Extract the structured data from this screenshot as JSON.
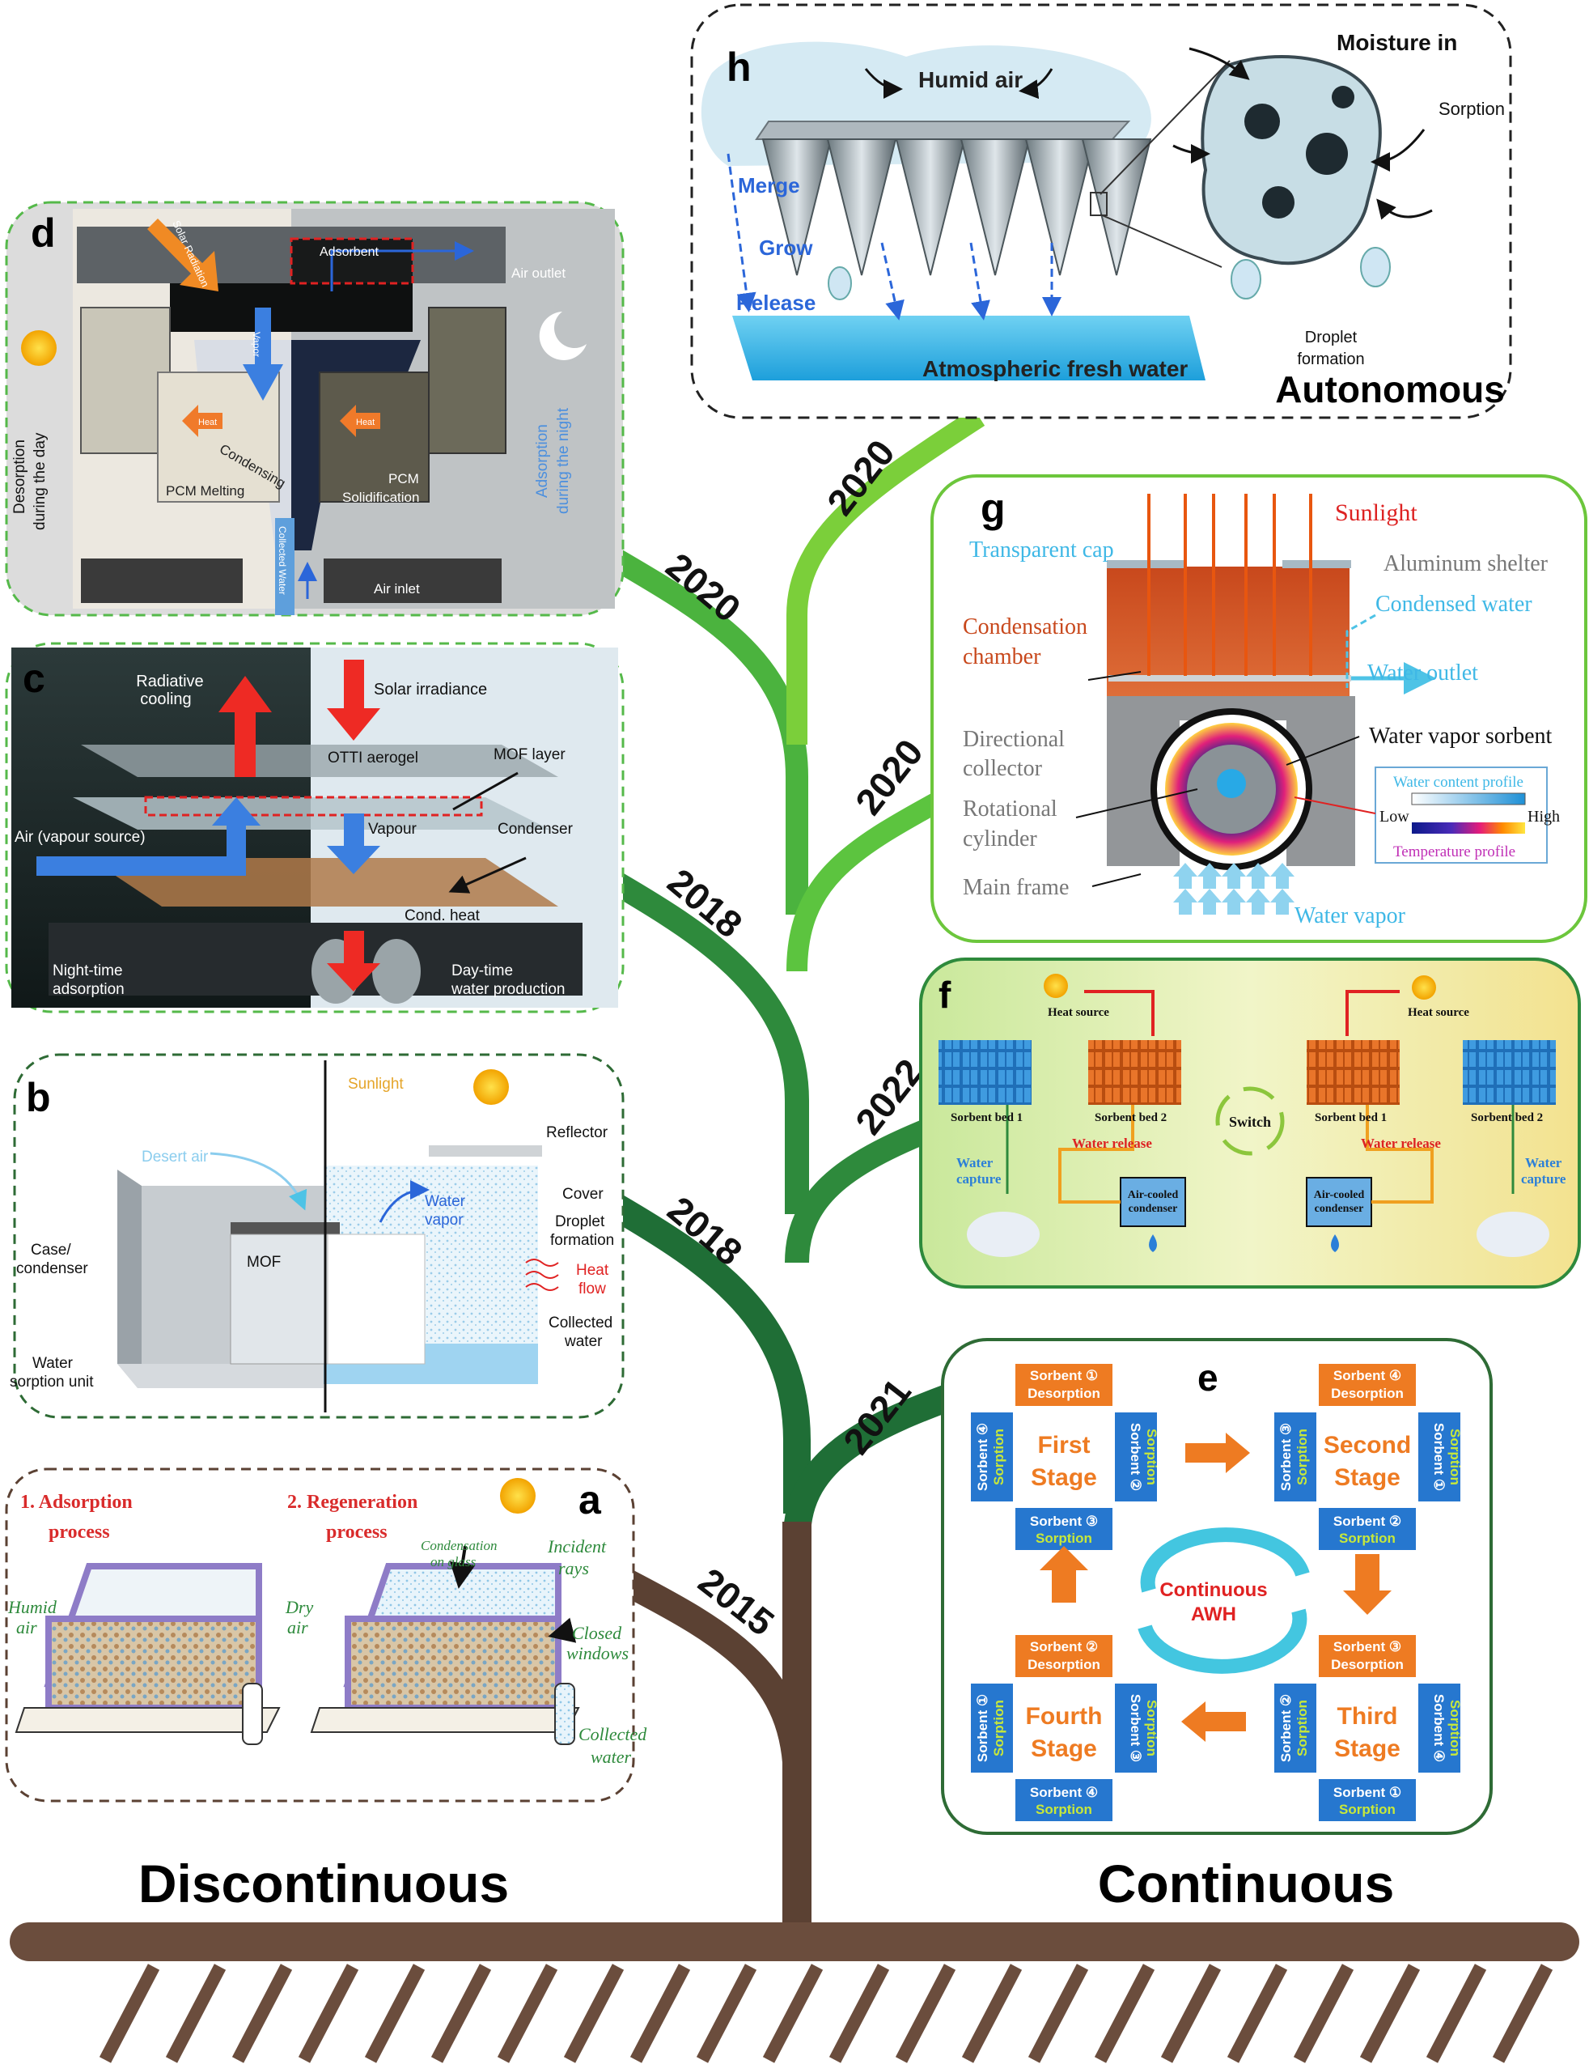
{
  "sections": {
    "discontinuous": "Discontinuous",
    "continuous": "Continuous",
    "autonomous": "Autonomous"
  },
  "years": {
    "a": "2015",
    "b": "2018",
    "c": "2018",
    "d": "2020",
    "e": "2021",
    "f": "2022",
    "g": "2020",
    "h": "2020"
  },
  "panel_a": {
    "letter": "a",
    "step1": "1. Adsorption",
    "step1b": "process",
    "step2": "2. Regeneration",
    "step2b": "process",
    "humid1": "Humid",
    "humid2": "air",
    "dry1": "Dry",
    "dry2": "air",
    "cond1": "Condensation",
    "cond2": "on glass",
    "inc1": "Incident",
    "inc2": "rays",
    "closed1": "Closed",
    "closed2": "windows",
    "collected1": "Collected",
    "collected2": "water"
  },
  "panel_b": {
    "letter": "b",
    "sunlight": "Sunlight",
    "reflector": "Reflector",
    "cover": "Cover",
    "desert_air": "Desert air",
    "water_vapor1": "Water",
    "water_vapor2": "vapor",
    "droplet1": "Droplet",
    "droplet2": "formation",
    "heat1": "Heat",
    "heat2": "flow",
    "case1": "Case/",
    "case2": "condenser",
    "mof": "MOF",
    "collected1": "Collected",
    "collected2": "water",
    "sorption1": "Water",
    "sorption2": "sorption unit"
  },
  "panel_c": {
    "letter": "c",
    "radiative1": "Radiative",
    "radiative2": "cooling",
    "solar": "Solar irradiance",
    "otti": "OTTI aerogel",
    "mof_layer": "MOF layer",
    "air_vapour": "Air (vapour source)",
    "vapour": "Vapour",
    "condenser": "Condenser",
    "cond_heat": "Cond. heat",
    "night1": "Night-time",
    "night2": "adsorption",
    "day1": "Day-time",
    "day2": "water production"
  },
  "panel_d": {
    "letter": "d",
    "solar_radiation": "Solar Radiation",
    "adsorbent": "Adsorbent",
    "air_outlet": "Air outlet",
    "vapor": "Vapor",
    "heat": "Heat",
    "condensing": "Condensing",
    "pcm_melting": "PCM Melting",
    "pcm": "PCM",
    "solidification": "Solidification",
    "collected_water": "Collected Water",
    "air_inlet": "Air inlet",
    "desorption1": "Desorption",
    "desorption2": "during the day",
    "adsorption1": "Adsorption",
    "adsorption2": "during the night"
  },
  "panel_e": {
    "letter": "e",
    "stage1a": "First",
    "stage1b": "Stage",
    "stage2a": "Second",
    "stage2b": "Stage",
    "stage3a": "Third",
    "stage3b": "Stage",
    "stage4a": "Fourth",
    "stage4b": "Stage",
    "center1": "Continuous",
    "center2": "AWH",
    "desorption": "Desorption",
    "sorption": "Sorption",
    "s1_top": "Sorbent ①",
    "s1_bottom": "Sorbent ③",
    "s1_left": "Sorbent ④",
    "s1_right": "Sorbent ②",
    "s2_top": "Sorbent ④",
    "s2_bottom": "Sorbent ②",
    "s2_left": "Sorbent ③",
    "s2_right": "Sorbent ①",
    "s3_top": "Sorbent ③",
    "s3_bottom": "Sorbent ①",
    "s3_left": "Sorbent ②",
    "s3_right": "Sorbent ④",
    "s4_top": "Sorbent ②",
    "s4_bottom": "Sorbent ④",
    "s4_left": "Sorbent ①",
    "s4_right": "Sorbent ③"
  },
  "panel_f": {
    "letter": "f",
    "heat_source": "Heat source",
    "bed1": "Sorbent bed 1",
    "bed2": "Sorbent bed 2",
    "switch": "Switch",
    "water_release": "Water release",
    "water1": "Water",
    "water2": "capture",
    "condenser1": "Air-cooled",
    "condenser2": "condenser"
  },
  "panel_g": {
    "letter": "g",
    "sunlight": "Sunlight",
    "cap": "Transparent cap",
    "shelter": "Aluminum shelter",
    "condensed": "Condensed water",
    "chamber1": "Condensation",
    "chamber2": "chamber",
    "outlet": "Water outlet",
    "collector1": "Directional",
    "collector2": "collector",
    "sorbent": "Water vapor sorbent",
    "cylinder1": "Rotational",
    "cylinder2": "cylinder",
    "content": "Water content profile",
    "low": "Low",
    "high": "High",
    "temperature": "Temperature profile",
    "main_frame": "Main frame",
    "water_vapor": "Water vapor"
  },
  "panel_h": {
    "letter": "h",
    "humid_air": "Humid air",
    "moisture": "Moisture in",
    "sorption": "Sorption",
    "merge": "Merge",
    "grow": "Grow",
    "release": "Release",
    "fresh": "Atmospheric fresh water",
    "droplet1": "Droplet",
    "droplet2": "formation"
  },
  "colors": {
    "trunk_brown": "#5b4133",
    "ground_brown": "#6b4d3d",
    "branch_dark": "#1f6e36",
    "branch_mid": "#2e8a3c",
    "branch_light": "#6cc63c",
    "panel_dark_green": "#2e6b35",
    "panel_light_green": "#5fbe47",
    "stage_orange": "#ee7b22",
    "stage_blue": "#2677cf"
  }
}
